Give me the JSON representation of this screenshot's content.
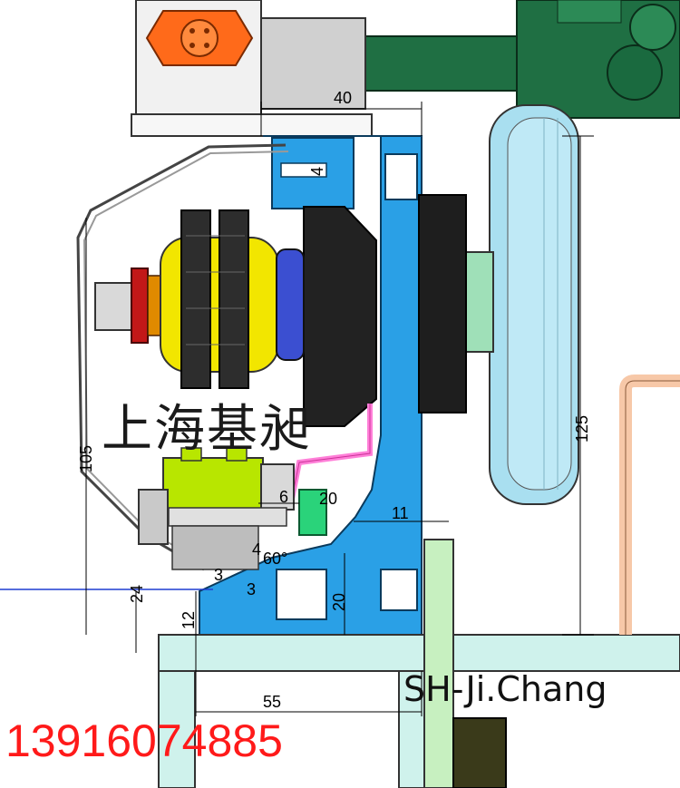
{
  "colors": {
    "profile_blue": "#2aa0e6",
    "dark_block": "#1e1e1e",
    "green_part": "#1f6f43",
    "wheel_blue": "#a9dff0",
    "yellow_hub": "#f2e600",
    "magenta_wire": "#ff7fd8",
    "lime_sensor": "#b8e600",
    "orange_connector": "#ff6a1a",
    "phone_red": "#ff1a1a"
  },
  "dimensions": {
    "d40": "40",
    "d4": "4",
    "d125": "125",
    "d105": "105",
    "d6": "6",
    "d20a": "20",
    "d11": "11",
    "d4b": "4",
    "d60": "60°",
    "d3": "3",
    "d24": "24",
    "d3b": "3",
    "d12": "12",
    "d20b": "20",
    "d55": "55"
  },
  "watermark": {
    "cn": "上海基昶",
    "en": "SH-Ji.Chang",
    "phone": "13916074885"
  }
}
